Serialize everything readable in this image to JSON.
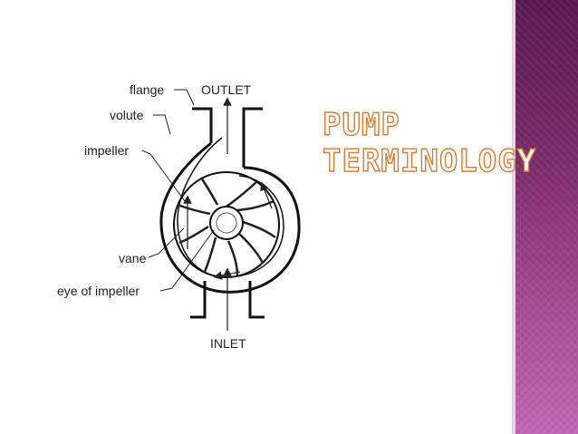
{
  "slide": {
    "title_line1": "PUMP",
    "title_line2": "TERMINOLOGY",
    "accent_color": "#e07a2e",
    "side_band_color": "#8b3a7e"
  },
  "diagram": {
    "labels": {
      "flange": "flange",
      "outlet": "OUTLET",
      "volute": "volute",
      "impeller": "impeller",
      "vane": "vane",
      "eye_of_impeller": "eye of impeller",
      "inlet": "INLET"
    }
  }
}
